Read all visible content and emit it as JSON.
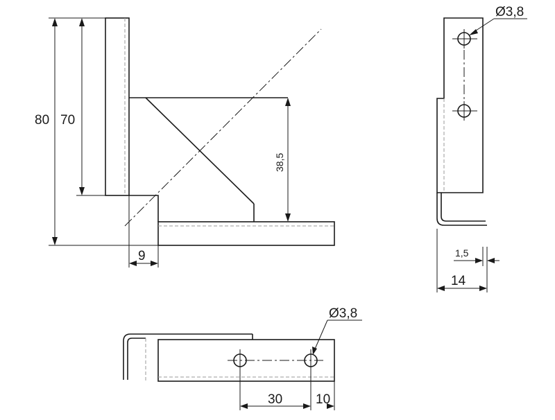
{
  "dimensions": {
    "total_height": "80",
    "inner_height": "70",
    "gusset_height": "38,5",
    "flange_offset": "9",
    "hole_diameter_side": "Ø3,8",
    "thickness": "1,5",
    "side_width": "14",
    "hole_diameter_bottom": "Ø3,8",
    "hole_spacing": "30",
    "hole_edge": "10"
  }
}
